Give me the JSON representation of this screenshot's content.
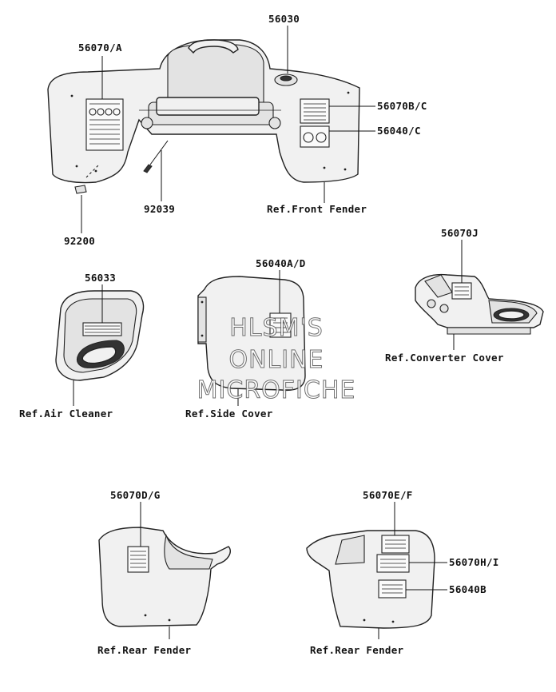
{
  "labels": {
    "p56070A": "56070/A",
    "p56030": "56030",
    "p56070BC": "56070B/C",
    "p56040C": "56040/C",
    "p92039": "92039",
    "refFrontFender": "Ref.Front Fender",
    "p92200": "92200",
    "p56070J": "56070J",
    "p56040AD": "56040A/D",
    "p56033": "56033",
    "refConverterCover": "Ref.Converter Cover",
    "refAirCleaner": "Ref.Air Cleaner",
    "refSideCover": "Ref.Side Cover",
    "p56070DG": "56070D/G",
    "p56070EF": "56070E/F",
    "p56070HI": "56070H/I",
    "p56040B": "56040B",
    "refRearFenderLeft": "Ref.Rear Fender",
    "refRearFenderRight": "Ref.Rear Fender"
  },
  "watermark": {
    "line1": "HLSM'S",
    "line2": "ONLINE",
    "line3": "MICROFICHE"
  }
}
